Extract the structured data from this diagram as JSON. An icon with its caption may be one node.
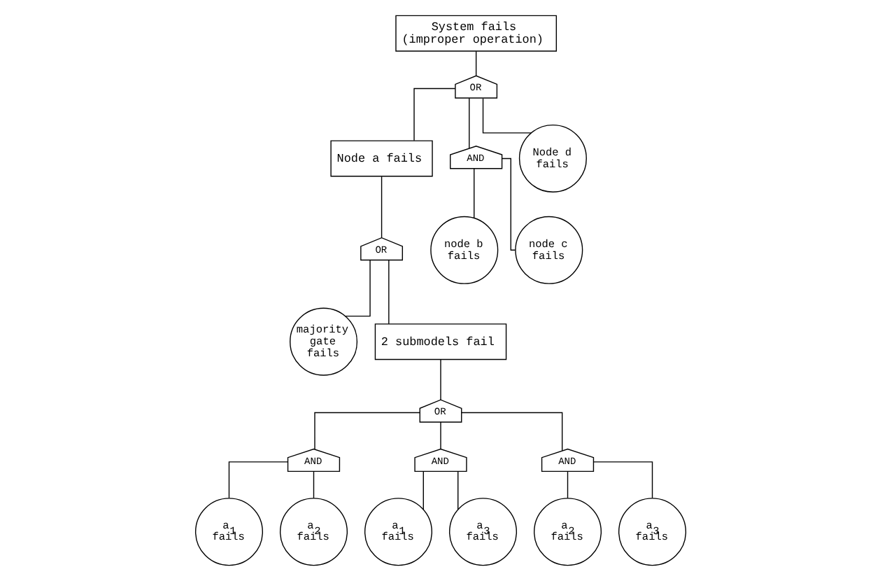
{
  "diagram": {
    "nodes": [
      {
        "text": [
          "System fails (improper operation)"
        ]
      },
      {
        "text": [
          "OR"
        ]
      },
      {
        "text": [
          "Node a fails"
        ]
      },
      {
        "text": [
          "AND"
        ]
      },
      {
        "text": [
          "Node d fails"
        ]
      },
      {
        "text": [
          "node b fails"
        ]
      },
      {
        "text": [
          "node c fails"
        ]
      },
      {
        "text": [
          "OR"
        ]
      },
      {
        "text": [
          "majority gate fails"
        ]
      },
      {
        "text": [
          "2 submodels fail"
        ]
      },
      {
        "text": [
          "OR"
        ]
      },
      {
        "text": [
          "AND"
        ]
      },
      {
        "text": [
          "AND"
        ]
      },
      {
        "text": [
          "AND"
        ]
      },
      {
        "text": [
          "a$_{1}$ fails"
        ]
      },
      {
        "text": [
          "a$_{2}$ fails"
        ]
      },
      {
        "text": [
          "a$_{1}$ fails"
        ]
      },
      {
        "text": [
          "a$_{3}$ fails"
        ]
      },
      {
        "text": [
          "a$_{2}$ fails"
        ]
      },
      {
        "text": [
          "a$_{3}$ fails"
        ]
      }
    ],
    "edges": [
      {
        "from": 0,
        "to": 1,
        "arrow": "none"
      },
      {
        "from": 1,
        "to": 2,
        "arrow": "none"
      },
      {
        "from": 1,
        "to": 3,
        "arrow": "none"
      },
      {
        "from": 1,
        "to": 4,
        "arrow": "none"
      },
      {
        "from": 3,
        "to": 5,
        "arrow": "none"
      },
      {
        "from": 3,
        "to": 6,
        "arrow": "none"
      },
      {
        "from": 2,
        "to": 7,
        "arrow": "none"
      },
      {
        "from": 7,
        "to": 8,
        "arrow": "none"
      },
      {
        "from": 7,
        "to": 9,
        "arrow": "none"
      },
      {
        "from": 9,
        "to": 10,
        "arrow": "none"
      },
      {
        "from": 10,
        "to": 11,
        "arrow": "none"
      },
      {
        "from": 10,
        "to": 12,
        "arrow": "none"
      },
      {
        "from": 10,
        "to": 13,
        "arrow": "none"
      },
      {
        "from": 11,
        "to": 14,
        "arrow": "none"
      },
      {
        "from": 11,
        "to": 15,
        "arrow": "none"
      },
      {
        "from": 12,
        "to": 16,
        "arrow": "none"
      },
      {
        "from": 12,
        "to": 17,
        "arrow": "none"
      },
      {
        "from": 13,
        "to": 18,
        "arrow": "none"
      },
      {
        "from": 13,
        "to": 19,
        "arrow": "none"
      }
    ]
  }
}
